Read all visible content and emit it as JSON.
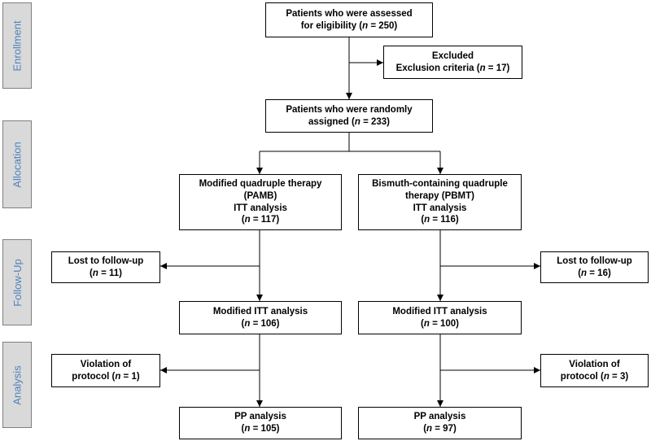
{
  "stages": {
    "enrollment": "Enrollment",
    "allocation": "Allocation",
    "followup": "Follow-Up",
    "analysis": "Analysis"
  },
  "assessed": {
    "line1": "Patients who were assessed",
    "line2_pre": "for eligibility (",
    "n_label": "n",
    "line2_post": " = 250)"
  },
  "excluded": {
    "line1": "Excluded",
    "line2_pre": "Exclusion criteria (",
    "n_label": "n",
    "line2_post": " = 17)"
  },
  "randomized": {
    "line1": "Patients who were randomly",
    "line2_pre": "assigned (",
    "n_label": "n",
    "line2_post": " = 233)"
  },
  "pamb": {
    "line1": "Modified quadruple therapy",
    "line2": "(PAMB)",
    "line3": "ITT analysis",
    "line4_pre": "(",
    "n_label": "n",
    "line4_post": " = 117)"
  },
  "pbmt": {
    "line1": "Bismuth-containing quadruple",
    "line2": "therapy (PBMT)",
    "line3": "ITT analysis",
    "line4_pre": "(",
    "n_label": "n",
    "line4_post": " = 116)"
  },
  "lost_left": {
    "line1": "Lost to follow-up",
    "line2_pre": "(",
    "n_label": "n",
    "line2_post": " = 11)"
  },
  "lost_right": {
    "line1": "Lost to follow-up",
    "line2_pre": "(",
    "n_label": "n",
    "line2_post": " = 16)"
  },
  "mitt_left": {
    "line1": "Modified ITT analysis",
    "line2_pre": "(",
    "n_label": "n",
    "line2_post": " = 106)"
  },
  "mitt_right": {
    "line1": "Modified ITT analysis",
    "line2_pre": "(",
    "n_label": "n",
    "line2_post": " = 100)"
  },
  "viol_left": {
    "line1": "Violation of",
    "line2_pre": "protocol (",
    "n_label": "n",
    "line2_post": " = 1)"
  },
  "viol_right": {
    "line1": "Violation of",
    "line2_pre": "protocol (",
    "n_label": "n",
    "line2_post": " = 3)"
  },
  "pp_left": {
    "line1": "PP analysis",
    "line2_pre": "(",
    "n_label": "n",
    "line2_post": " = 105)"
  },
  "pp_right": {
    "line1": "PP analysis",
    "line2_pre": "(",
    "n_label": "n",
    "line2_post": " = 97)"
  }
}
